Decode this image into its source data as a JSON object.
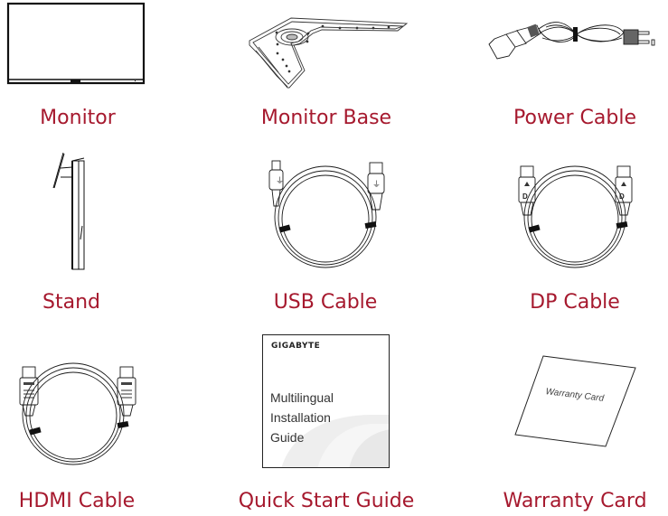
{
  "items": [
    {
      "label": "Monitor",
      "icon": "monitor-icon"
    },
    {
      "label": "Monitor Base",
      "icon": "monitor-base-icon"
    },
    {
      "label": "Power Cable",
      "icon": "power-cable-icon"
    },
    {
      "label": "Stand",
      "icon": "stand-icon"
    },
    {
      "label": "USB Cable",
      "icon": "usb-cable-icon"
    },
    {
      "label": "DP Cable",
      "icon": "dp-cable-icon"
    },
    {
      "label": "HDMI Cable",
      "icon": "hdmi-cable-icon"
    },
    {
      "label": "Quick Start Guide",
      "icon": "guide-booklet-icon"
    },
    {
      "label": "Warranty Card",
      "icon": "warranty-card-icon"
    }
  ],
  "guide": {
    "brand": "GIGABYTE",
    "lines": [
      "Multilingual",
      "Installation",
      "Guide"
    ]
  },
  "warranty_card": {
    "text": "Warranty Card"
  },
  "colors": {
    "label": "#a6192e",
    "line": "#1a1a1a"
  }
}
